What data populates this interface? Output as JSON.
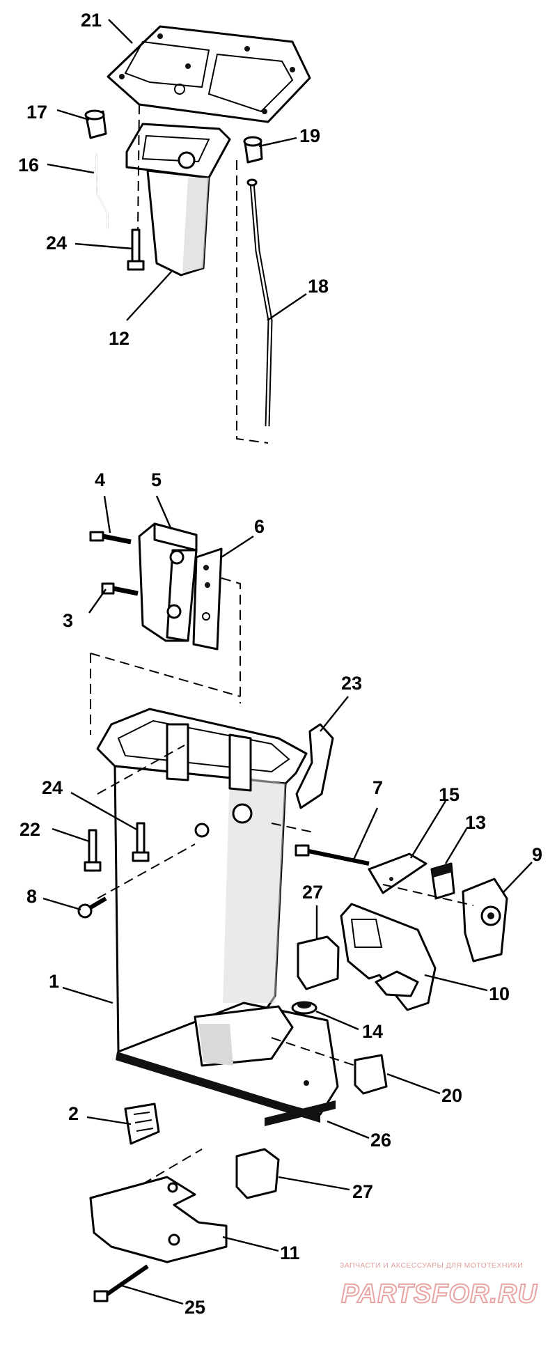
{
  "callouts": {
    "p21": "21",
    "p17": "17",
    "p19": "19",
    "p16": "16",
    "p24a": "24",
    "p12": "12",
    "p18": "18",
    "p4": "4",
    "p5": "5",
    "p6": "6",
    "p3": "3",
    "p23": "23",
    "p24b": "24",
    "p22": "22",
    "p8": "8",
    "p7": "7",
    "p15": "15",
    "p13": "13",
    "p9": "9",
    "p27a": "27",
    "p10": "10",
    "p1": "1",
    "p14": "14",
    "p20": "20",
    "p2": "2",
    "p26": "26",
    "p27b": "27",
    "p11": "11",
    "p25": "25"
  },
  "watermark": {
    "tagline": "ЗАПЧАСТИ И АКСЕССУАРЫ ДЛЯ МОТОТЕХНИКИ",
    "brand": "PARTSFOR.RU"
  },
  "colors": {
    "line": "#000000",
    "watermark": "#e8a3a3",
    "background": "#ffffff"
  }
}
